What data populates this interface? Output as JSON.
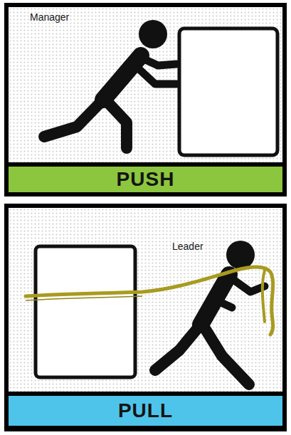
{
  "diagram": {
    "nodes": [
      {
        "text": [
          "Manager"
        ]
      },
      {
        "text": [
          "PUSH"
        ],
        "in": 0
      },
      {
        "text": [
          "Leader"
        ]
      },
      {
        "text": [
          "PULL"
        ],
        "in": 2
      }
    ]
  }
}
